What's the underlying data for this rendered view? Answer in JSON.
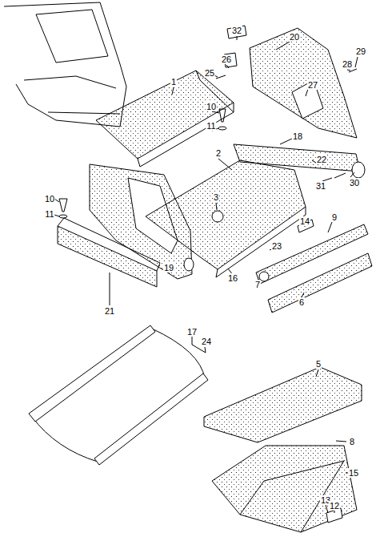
{
  "diagram": {
    "labels": [
      "32",
      "20",
      "26",
      "25",
      "28",
      "29",
      "1",
      "10",
      "11",
      "27",
      "18",
      "2",
      "22",
      "3",
      "31",
      "30",
      "10",
      "11",
      "14",
      "9",
      "23",
      "19",
      "16",
      "7",
      "21",
      "6",
      "17",
      "24",
      "5",
      "8",
      "15",
      "13",
      "12"
    ]
  }
}
